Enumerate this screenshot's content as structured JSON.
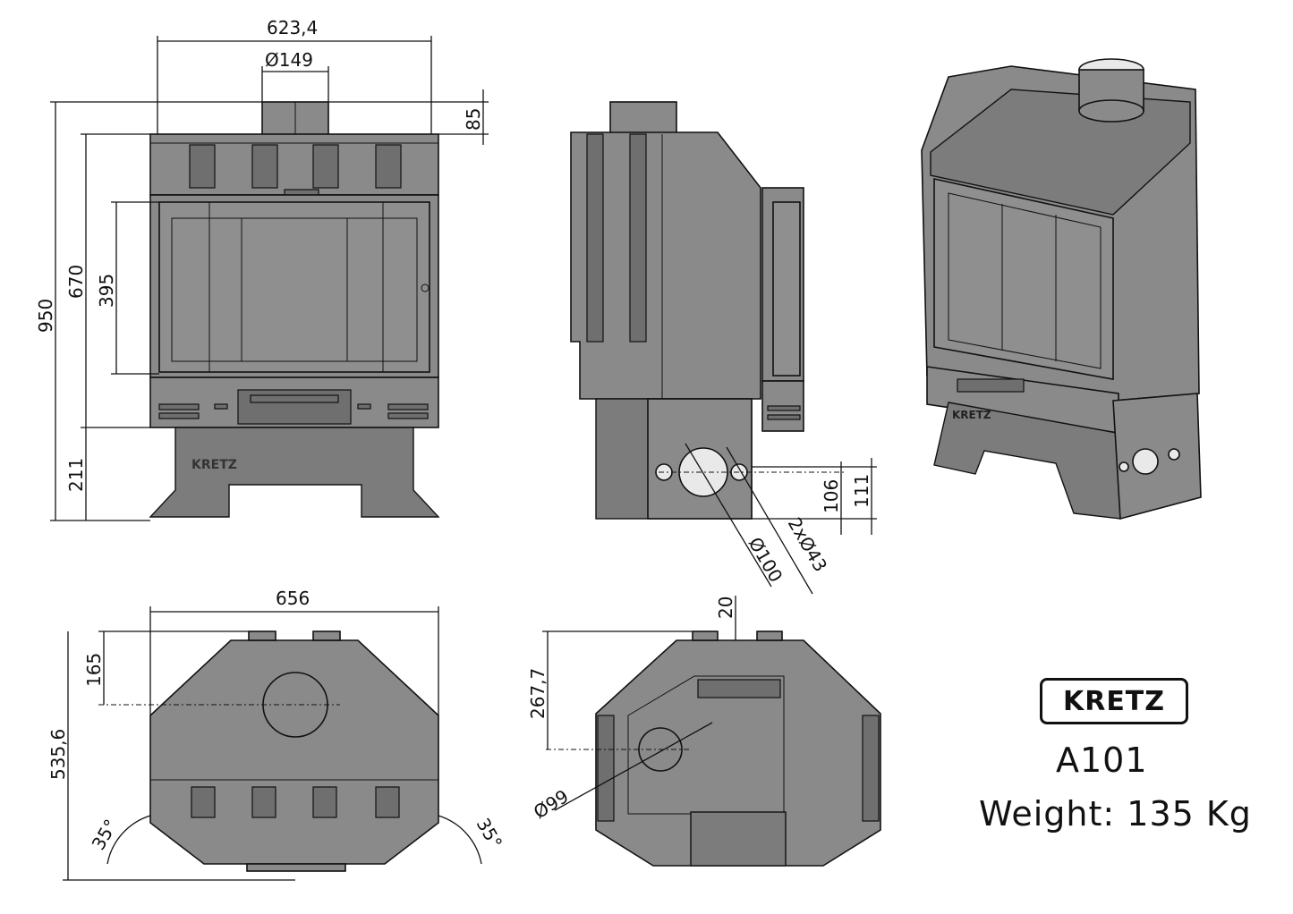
{
  "brand": "KRETZ",
  "model": "A101",
  "weight": "Weight: 135 Kg",
  "front_view": {
    "total_width": "623,4",
    "flue_diameter": "Ø149",
    "flue_height": "85",
    "total_height": "950",
    "body_height": "670",
    "glass_height": "395",
    "base_height": "211"
  },
  "side_view": {
    "inlet_height_center": "106",
    "inlet_height_total": "111",
    "large_hole_diameter": "Ø100",
    "small_holes": "2xØ43"
  },
  "top_view": {
    "width": "656",
    "flue_offset": "165",
    "depth": "535,6",
    "left_angle": "35°",
    "right_angle": "35°"
  },
  "bottom_view": {
    "rear_offset": "20",
    "hole_offset": "267,7",
    "hole_diameter": "Ø99"
  }
}
